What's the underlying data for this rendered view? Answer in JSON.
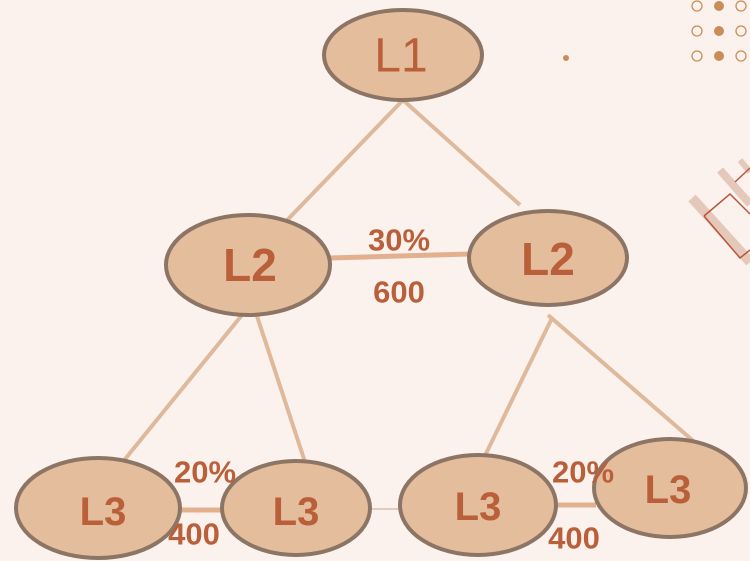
{
  "nodes": {
    "root": {
      "label": "L1"
    },
    "mid_left": {
      "label": "L2"
    },
    "mid_right": {
      "label": "L2"
    },
    "leaf_1": {
      "label": "L3"
    },
    "leaf_2": {
      "label": "L3"
    },
    "leaf_3": {
      "label": "L3"
    },
    "leaf_4": {
      "label": "L3"
    }
  },
  "edge_labels": {
    "mid_pair": {
      "percent": "30%",
      "amount": "600"
    },
    "left_pair": {
      "percent": "20%",
      "amount": "400"
    },
    "right_pair": {
      "percent": "20%",
      "amount": "400"
    }
  },
  "colors": {
    "background": "#fbf2ee",
    "node_fill": "#e4bd9c",
    "node_stroke": "#8d7565",
    "text": "#b95f3a",
    "accent": "#c98e58"
  }
}
